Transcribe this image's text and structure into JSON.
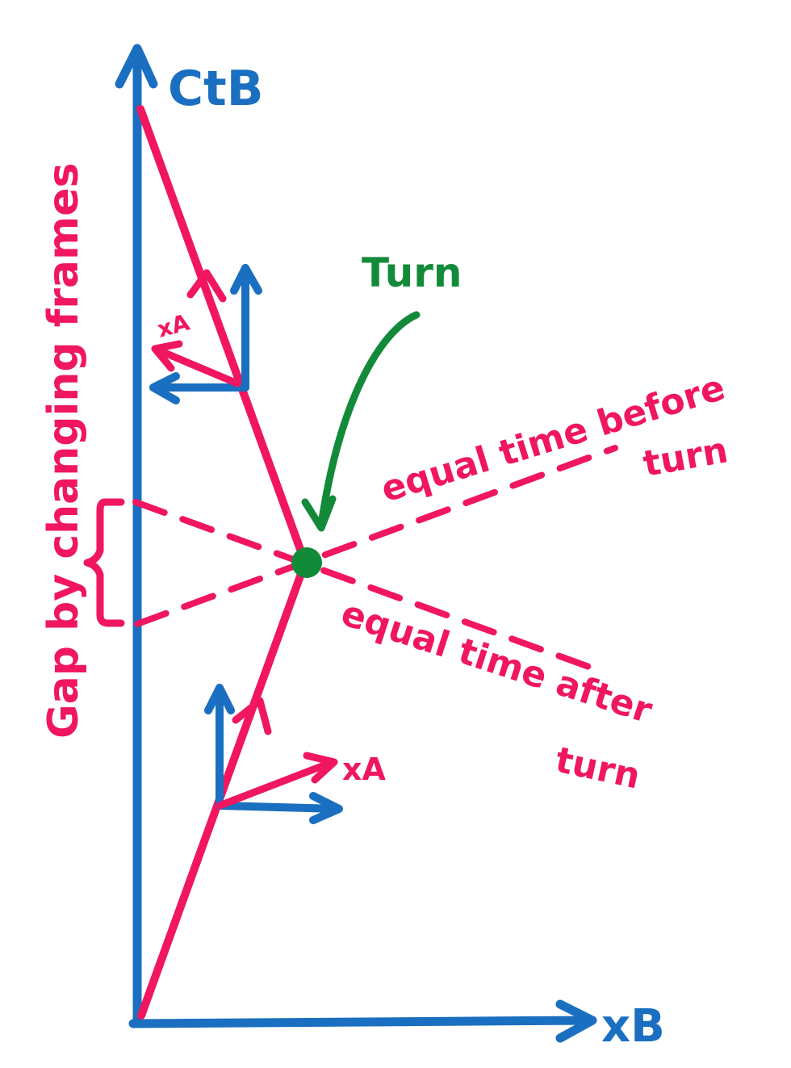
{
  "labels": {
    "ct_axis": "CtB",
    "x_axis": "xB",
    "turn": "Turn",
    "equal_time_before_line1": "equal time before",
    "equal_time_before_line2": "turn",
    "equal_time_after_line1": "equal time after",
    "equal_time_after_line2": "turn",
    "gap": "Gap by changing frames",
    "xa_upper": "xA",
    "xa_lower": "xA"
  },
  "colors": {
    "axes": "#1a6fc0",
    "worldline": "#f0165f",
    "turn_point": "#138a3a"
  }
}
